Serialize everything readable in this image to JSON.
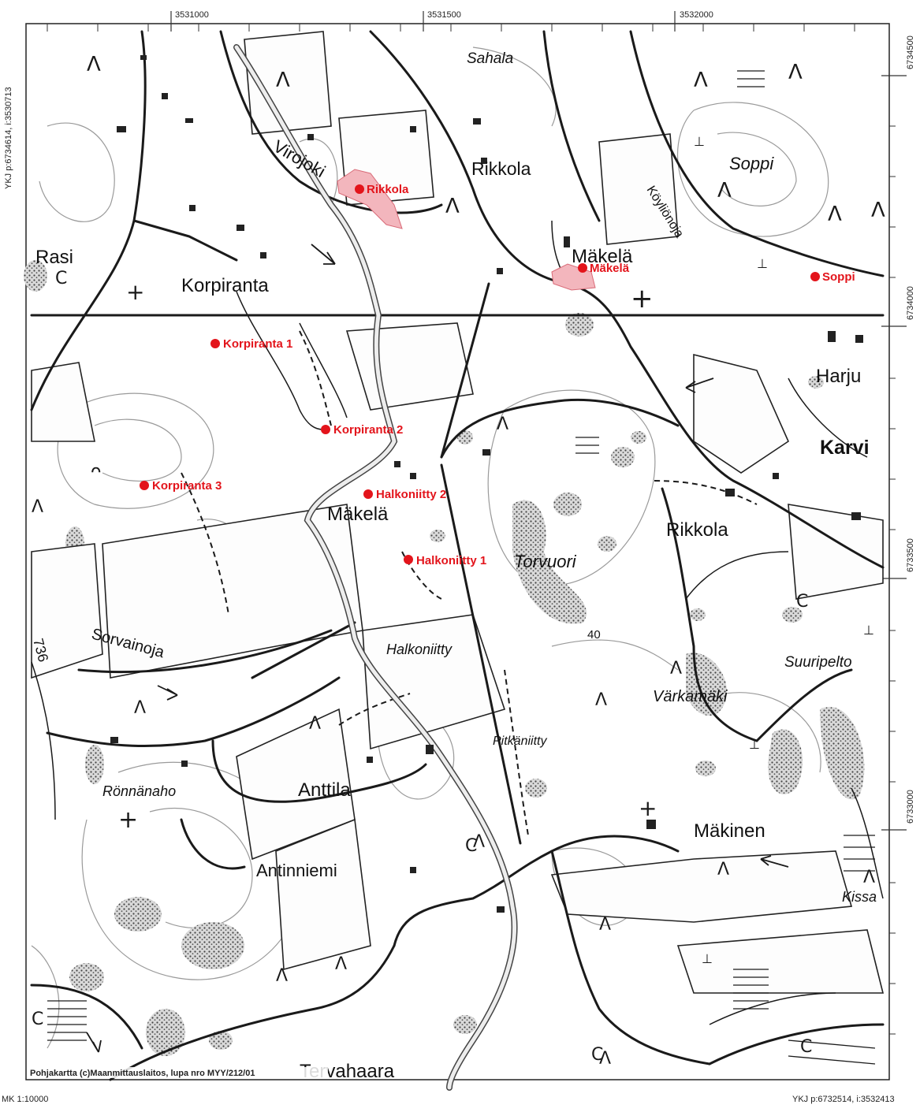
{
  "coordinates": {
    "top_left": "YKJ p:6734614, i:3530713",
    "bottom_right": "YKJ p:6732514, i:3532413",
    "scale": "MK 1:10000",
    "top_ticks": [
      "3531000",
      "3531500",
      "3532000"
    ],
    "right_ticks": [
      "6734500",
      "6734000",
      "6733500",
      "6733000"
    ]
  },
  "credit": "Pohjakartta (c)Maanmittauslaitos, lupa nro MYY/212/01",
  "markers": [
    {
      "name": "marker-rikkola",
      "label": "Rikkola"
    },
    {
      "name": "marker-makela",
      "label": "Mäkelä"
    },
    {
      "name": "marker-soppi",
      "label": "Soppi"
    },
    {
      "name": "marker-korpiranta-1",
      "label": "Korpiranta 1"
    },
    {
      "name": "marker-korpiranta-2",
      "label": "Korpiranta 2"
    },
    {
      "name": "marker-korpiranta-3",
      "label": "Korpiranta 3"
    },
    {
      "name": "marker-halkoniitty-2",
      "label": "Halkoniitty 2"
    },
    {
      "name": "marker-halkoniitty-1",
      "label": "Halkoniitty 1"
    }
  ],
  "place_names": {
    "sahala": "Sahala",
    "virojoki": "Virojoki",
    "rikkola_north": "Rikkola",
    "soppi": "Soppi",
    "koylionoja": "Köyliönoja",
    "rasi": "Rasi",
    "korpiranta": "Korpiranta",
    "makela_north": "Mäkelä",
    "harju": "Harju",
    "karvi": "Karvi",
    "makela_mid": "Mäkelä",
    "rikkola_mid": "Rikkola",
    "torvuori": "Torvuori",
    "sorvainoja": "Sorvainoja",
    "road_number": "736",
    "halkoniitty": "Halkoniitty",
    "suuripelto": "Suuripelto",
    "varkamaki": "Värkamäki",
    "contour_40": "40",
    "pitkaniitty": "Pitkäniitty",
    "ronnanaho": "Rönnänaho",
    "anttila": "Anttila",
    "makinen": "Mäkinen",
    "antinniemi": "Antinniemi",
    "kissa": "Kissa",
    "tervahaara": "Tervahaara"
  }
}
